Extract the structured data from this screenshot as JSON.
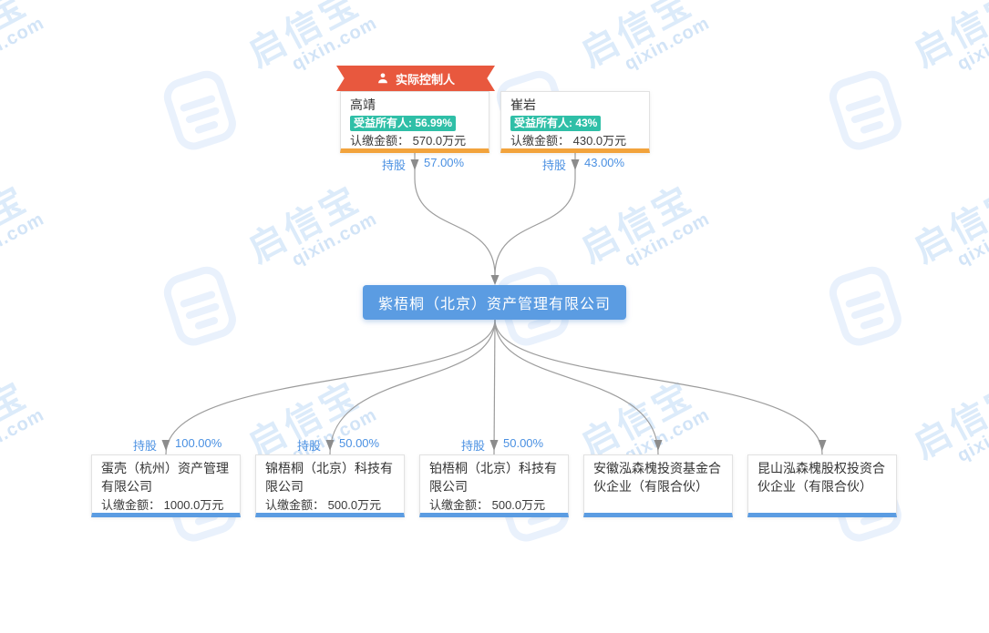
{
  "watermark": {
    "brand": "启信宝",
    "domain": "qixin.com"
  },
  "ribbon": {
    "label": "实际控制人"
  },
  "share_label": "持股",
  "root_company": {
    "name": "紫梧桐（北京）资产管理有限公司"
  },
  "shareholders": [
    {
      "name": "高靖",
      "beneficial_owner": "受益所有人: 56.99%",
      "amount": "认缴金额： 570.0万元",
      "share": "57.00%",
      "actual_controller": true
    },
    {
      "name": "崔岩",
      "beneficial_owner": "受益所有人: 43%",
      "amount": "认缴金额： 430.0万元",
      "share": "43.00%",
      "actual_controller": false
    }
  ],
  "investments": [
    {
      "name": "蛋壳（杭州）资产管理有限公司",
      "amount": "认缴金额： 1000.0万元",
      "share": "100.00%"
    },
    {
      "name": "锦梧桐（北京）科技有限公司",
      "amount": "认缴金额： 500.0万元",
      "share": "50.00%"
    },
    {
      "name": "铂梧桐（北京）科技有限公司",
      "amount": "认缴金额： 500.0万元",
      "share": "50.00%"
    },
    {
      "name": "安徽泓森槐投资基金合伙企业（有限合伙）"
    },
    {
      "name": "昆山泓森槐股权投资合伙企业（有限合伙）"
    }
  ],
  "colors": {
    "node_blue": "#5b9ce2",
    "label_blue": "#4a90e2",
    "ribbon_red": "#e8583e",
    "badge_teal": "#2fbfa7",
    "top_card_border_orange": "#f2a33c",
    "connector_gray": "#9c9c9c"
  }
}
